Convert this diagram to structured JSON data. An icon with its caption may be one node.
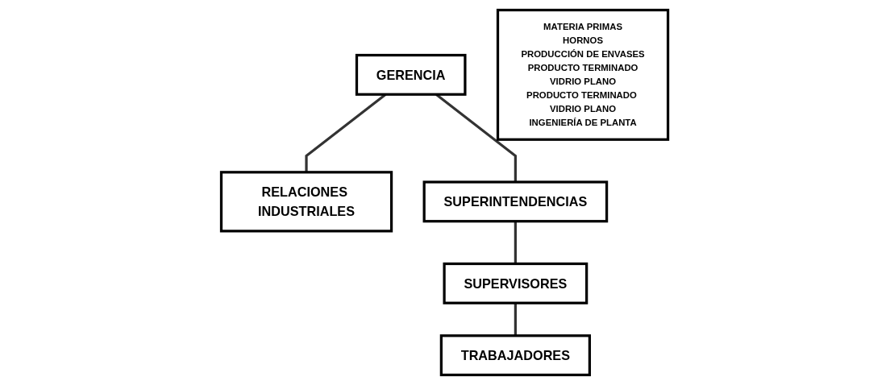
{
  "diagram": {
    "nodes": [
      {
        "text": [
          "GERENCIA"
        ]
      },
      {
        "text": [
          "RELACIONES INDUSTRIALES"
        ]
      },
      {
        "text": [
          "SUPERINTENDENCIAS"
        ]
      },
      {
        "text": [
          "SUPERVISORES"
        ]
      },
      {
        "text": [
          "TRABAJADORES"
        ]
      },
      {
        "text": [
          "MATERIA PRIMAS",
          "HORNOS",
          "PRODUCCIÓN DE ENVASES",
          "PRODUCTO TERMINADO",
          "VIDRIO PLANO",
          "PRODUCTO TERMINADO VIDRIO PLANO",
          "INGENIERÍA DE PLANTA"
        ]
      }
    ],
    "edges": [
      {
        "from": 0,
        "to": 1,
        "arrow": "none"
      },
      {
        "from": 0,
        "to": 2,
        "arrow": "none"
      },
      {
        "from": 2,
        "to": 3,
        "arrow": "none"
      },
      {
        "from": 3,
        "to": 4,
        "arrow": "none"
      }
    ]
  }
}
